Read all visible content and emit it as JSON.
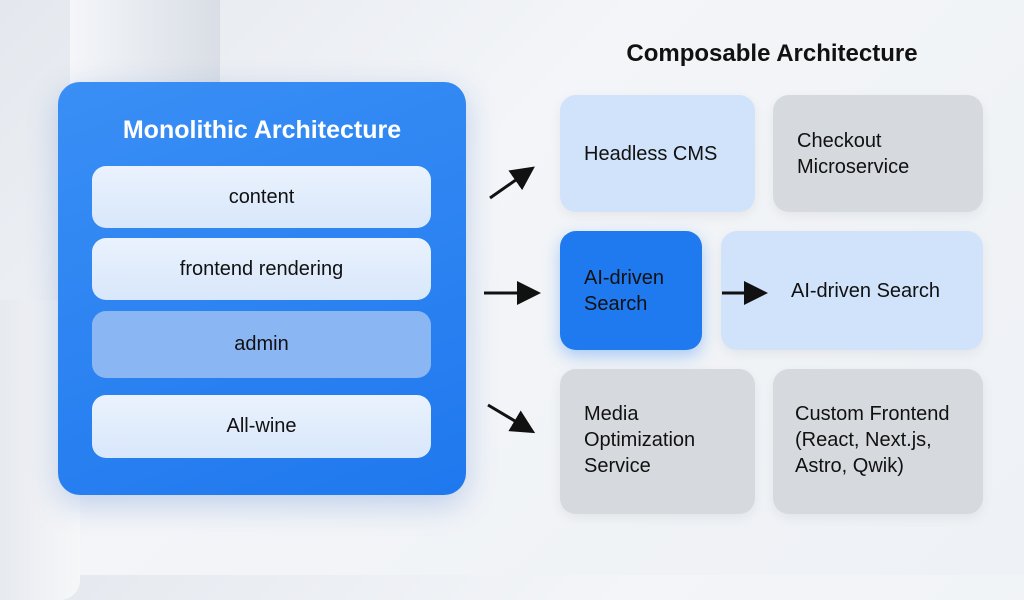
{
  "monolithic": {
    "title": "Monolithic Architecture",
    "layers": [
      "content",
      "frontend rendering",
      "admin",
      "All-wine"
    ]
  },
  "composable": {
    "title": "Composable Architecture",
    "services": {
      "headless_cms": "Headless CMS",
      "checkout": "Checkout Microservice",
      "ai_search_highlight": "AI-driven Search",
      "ai_search": "AI-driven Search",
      "media": "Media Optimization Service",
      "custom_frontend": "Custom Frontend (React, Next.js, Astro, Qwik)"
    }
  },
  "colors": {
    "accent": "#1f7af0",
    "light_blue": "#d0e3fb",
    "grey": "#d6d9dd"
  }
}
